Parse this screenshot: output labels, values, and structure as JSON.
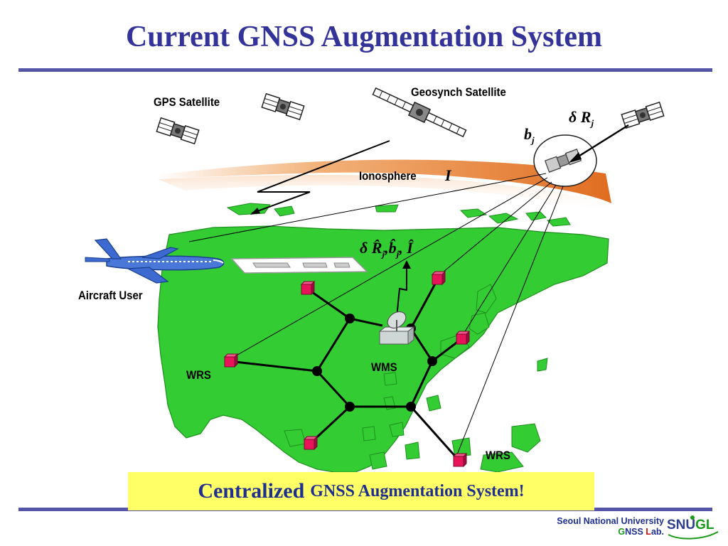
{
  "slide": {
    "title": "Current GNSS Augmentation System"
  },
  "labels": {
    "gps_satellite": "GPS Satellite",
    "geosynch_satellite": "Geosynch Satellite",
    "ionosphere": "Ionosphere",
    "ionosphere_symbol": "I",
    "aircraft_user": "Aircraft User",
    "wrs_left": "WRS",
    "wrs_right": "WRS",
    "wms": "WMS",
    "clock_bias_symbol": "b",
    "clock_bias_subscript": "j",
    "orbit_error_symbol": "δ R",
    "orbit_error_subscript": "j",
    "corrections_symbol": "δ R̂",
    "corrections_subscript": "j",
    "corrections_b": "b̂",
    "corrections_i": "Î"
  },
  "banner": {
    "emphasis": "Centralized",
    "rest": "GNSS Augmentation System!"
  },
  "footer": {
    "university": "Seoul National University",
    "lab_g": "G",
    "lab_nss": "NSS ",
    "lab_l": "L",
    "lab_ab": "ab.",
    "logo_snu": "SNU",
    "logo_gl": "GL"
  },
  "colors": {
    "title": "#333399",
    "land": "#33cc33",
    "station": "#e8145a",
    "banner_bg": "#ffff66",
    "banner_text": "#1f2f8f",
    "ionosphere": "#e07a30"
  },
  "icons": [
    "satellite-icon",
    "aircraft-icon",
    "station-icon",
    "dish-antenna-icon",
    "lightning-icon",
    "logo-icon"
  ]
}
